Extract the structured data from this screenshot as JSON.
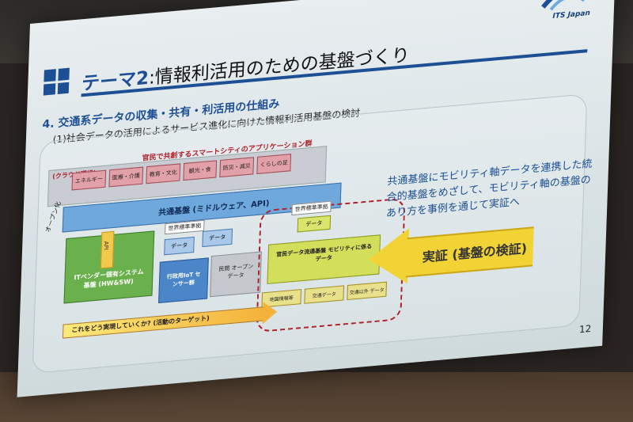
{
  "slide": {
    "logo_text": "ITS Japan",
    "title_prefix": "テーマ2",
    "title_rest": ":情報利活用のための基盤づくり",
    "subheading": "4. 交通系データの収集・共有・利活用の仕組み",
    "subheading2": "(1)社会データの活用によるサービス進化に向けた情報利活用基盤の検討",
    "page_number": "12"
  },
  "diagram": {
    "apps_label": "官民で共創するスマートシティのアプリケーション群",
    "cloud_label": "(クラウド環境)",
    "apps": [
      "エネルギー",
      "医療・介護",
      "教育・文化",
      "観光・食",
      "防災・減災",
      "くらしの足"
    ],
    "platform_label": "共通基盤 (ミドルウェア、API)",
    "open_label": "オープン化",
    "api_label": "API",
    "it_vendor": "ITベンダー個有システム基盤 (HW&SW)",
    "std_label_1": "世界標準準拠",
    "std_label_2": "世界標準準拠",
    "data_label_a": "データ",
    "data_label_b": "データ",
    "data_label_c": "データ",
    "gov_iot": "行政用IoT センサー群",
    "public_open": "民間 オープンデータ",
    "mobility_box": "官民データ流通基盤 モビリティに係るデータ",
    "sources": [
      "地図情報等",
      "交通データ",
      "交通以外 データ"
    ],
    "target_text": "これをどう実現していくか? (活動のターゲット)"
  },
  "right": {
    "explanation": "共通基盤にモビリティ軸データを連携した統合的基盤をめざして、モビリティ軸の基盤のあり方を事例を通じて実証へ",
    "arrow_label": "実証 (基盤の検証)"
  }
}
